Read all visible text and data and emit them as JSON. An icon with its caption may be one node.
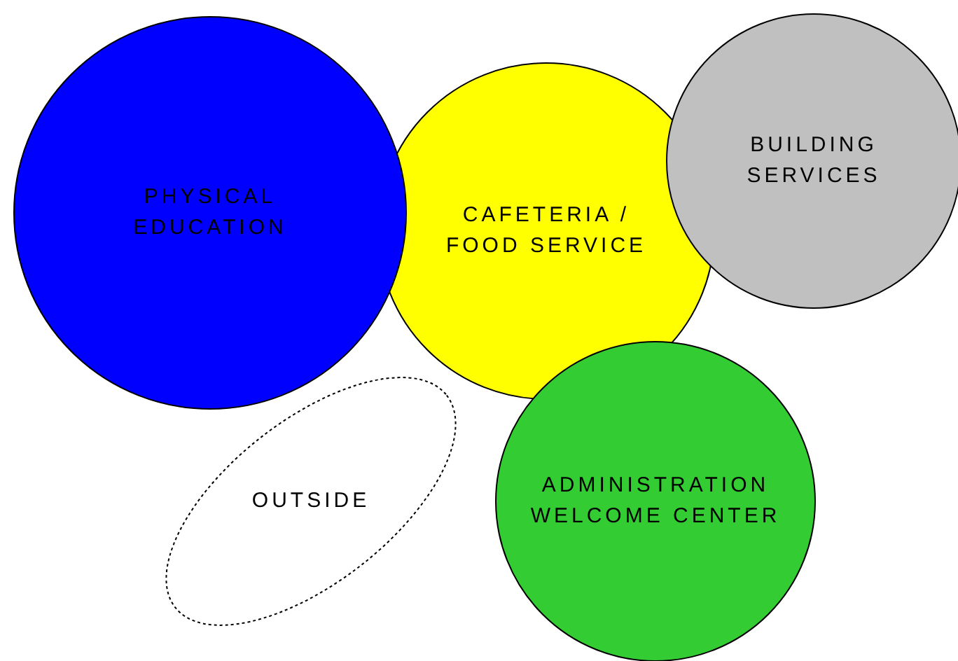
{
  "diagram": {
    "nodes": [
      {
        "text": [
          "PHYSICAL EDUCATION"
        ]
      },
      {
        "text": [
          "CAFETERIA / FOOD SERVICE"
        ]
      },
      {
        "text": [
          "BUILDING SERVICES"
        ]
      },
      {
        "text": [
          "OUTSIDE"
        ]
      },
      {
        "text": [
          "ADMINISTRATION WELCOME CENTER"
        ]
      }
    ]
  }
}
